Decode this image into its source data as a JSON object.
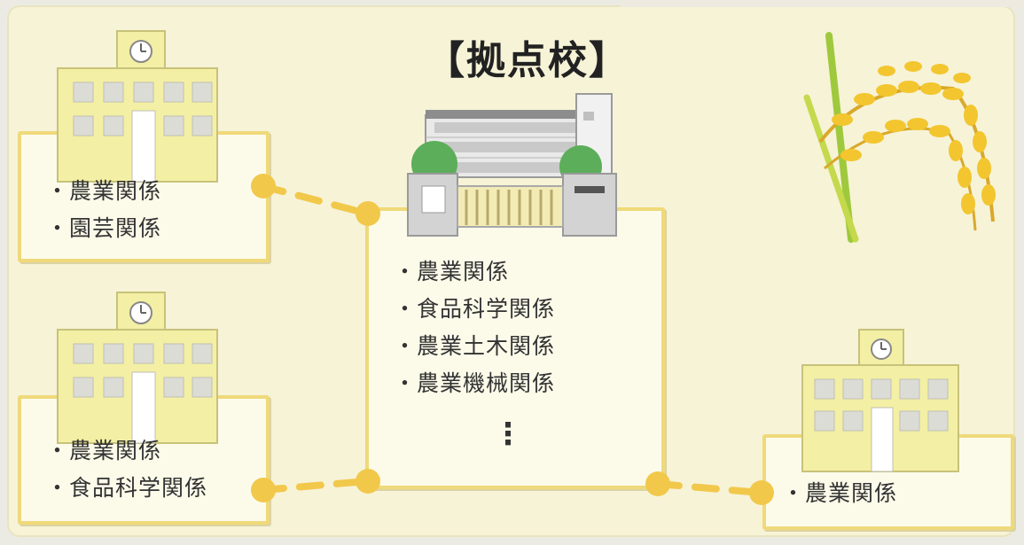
{
  "title": "【拠点校】",
  "hub_school": {
    "fields": [
      "農業関係",
      "食品科学関係",
      "農業土木関係",
      "農業機械関係"
    ],
    "more": "⋮"
  },
  "school_top_left": {
    "fields": [
      "農業関係",
      "園芸関係"
    ]
  },
  "school_bottom_left": {
    "fields": [
      "農業関係",
      "食品科学関係"
    ]
  },
  "school_bottom_right": {
    "fields": [
      "農業関係"
    ]
  },
  "bullet": "・",
  "colors": {
    "connector": "#f2c84b",
    "box_border": "#efd97a",
    "building": "#f3efa4",
    "rice": "#f3c62f"
  },
  "icons": [
    "school-building-icon",
    "school-building-icon",
    "hub-school-building-icon",
    "school-building-icon",
    "rice-plant-icon"
  ]
}
